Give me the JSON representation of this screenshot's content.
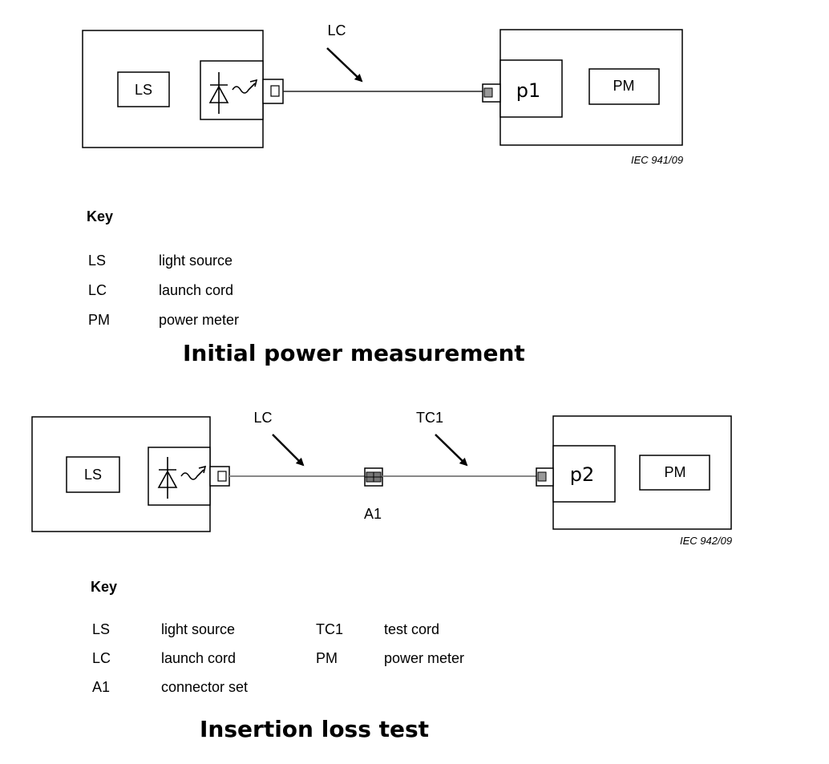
{
  "diagram1": {
    "ls_label": "LS",
    "pm_label": "PM",
    "port_label": "p1",
    "cord_label": "LC",
    "iec_ref": "IEC  941/09",
    "key_title": "Key",
    "key": [
      {
        "abbr": "LS",
        "desc": "light source"
      },
      {
        "abbr": "LC",
        "desc": "launch cord"
      },
      {
        "abbr": "PM",
        "desc": "power meter"
      }
    ],
    "caption": "Initial power measurement"
  },
  "diagram2": {
    "ls_label": "LS",
    "pm_label": "PM",
    "port_label": "p2",
    "cord1_label": "LC",
    "cord2_label": "TC1",
    "adapter_label": "A1",
    "iec_ref": "IEC  942/09",
    "key_title": "Key",
    "key_left": [
      {
        "abbr": "LS",
        "desc": "light source"
      },
      {
        "abbr": "LC",
        "desc": "launch cord"
      },
      {
        "abbr": "A1",
        "desc": "connector set"
      }
    ],
    "key_right": [
      {
        "abbr": "TC1",
        "desc": "test cord"
      },
      {
        "abbr": "PM",
        "desc": "power meter"
      }
    ],
    "caption": "Insertion loss test"
  }
}
